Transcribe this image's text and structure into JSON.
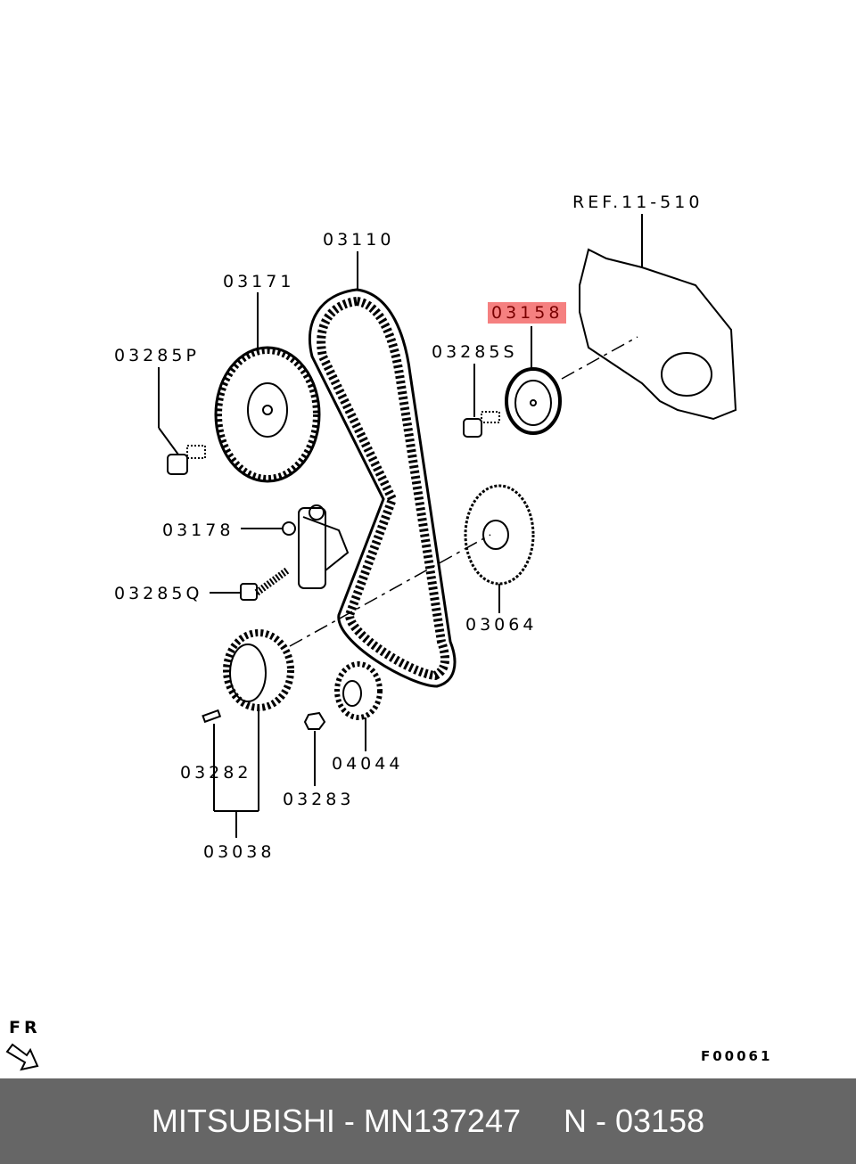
{
  "diagram": {
    "labels": {
      "ref": "REF.11-510",
      "belt": "03110",
      "cam_sprocket": "03171",
      "bolt_p": "03285P",
      "tensioner_pulley": "03158",
      "bolt_s": "03285S",
      "tensioner": "03178",
      "bolt_q": "03285Q",
      "idler_sprocket": "03064",
      "sprocket_04044": "04044",
      "key": "03282",
      "nut": "03283",
      "crank_sprocket": "03038"
    },
    "highlighted": "03158",
    "highlight_color": "#f58080",
    "direction": "FR",
    "figure_code": "F00061"
  },
  "footer": {
    "brand_part": "MITSUBISHI - MN137247",
    "ref": "N - 03158",
    "background": "#666666"
  }
}
